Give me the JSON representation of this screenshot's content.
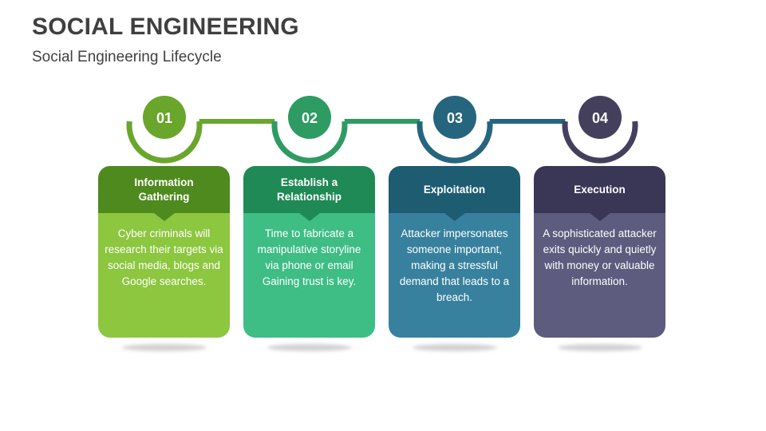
{
  "slide": {
    "title": "SOCIAL ENGINEERING",
    "subtitle": "Social Engineering Lifecycle"
  },
  "palette": {
    "background": "#ffffff",
    "title_text": "#3f3f3f",
    "subtitle_text": "#404040",
    "card_text": "#ffffff",
    "shadow": "#d2d2d2"
  },
  "steps": [
    {
      "number": "01",
      "title": "Information Gathering",
      "description": "Cyber criminals will research their targets via social media, blogs and Google searches.",
      "circle_color": "#69a62b",
      "header_color": "#4f8a1e",
      "body_color": "#8dc63f"
    },
    {
      "number": "02",
      "title": "Establish a Relationship",
      "description": "Time to fabricate a manipulative storyline via phone or email Gaining trust is key.",
      "circle_color": "#2e9b62",
      "header_color": "#1f8a55",
      "body_color": "#3ebd85"
    },
    {
      "number": "03",
      "title": "Exploitation",
      "description": "Attacker impersonates someone important, making a stressful demand that leads to a breach.",
      "circle_color": "#26657e",
      "header_color": "#1e5c72",
      "body_color": "#38819e"
    },
    {
      "number": "04",
      "title": "Execution",
      "description": "A sophisticated attacker exits quickly and quietly with money or valuable information.",
      "circle_color": "#433f5d",
      "header_color": "#3a3655",
      "body_color": "#5d5b7e"
    }
  ]
}
